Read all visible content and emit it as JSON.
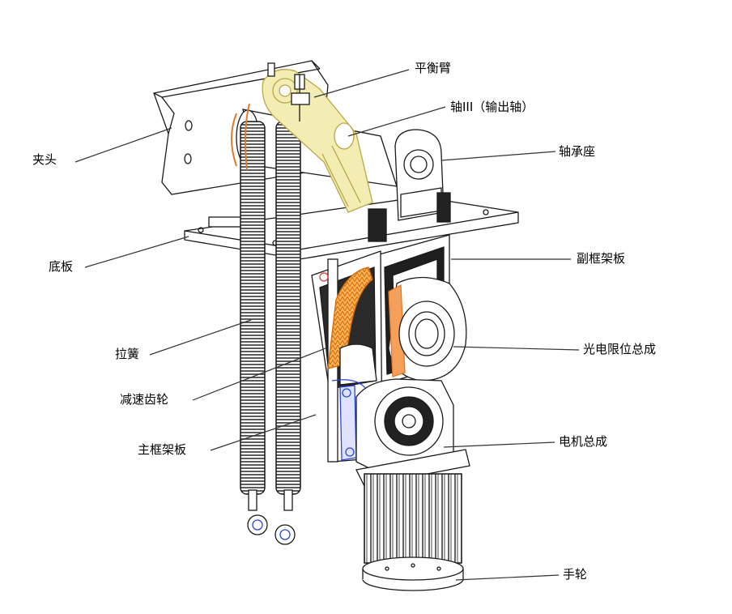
{
  "labels": {
    "balance_arm": "平衡臂",
    "shaft3": "轴III（输出轴）",
    "bearing_seat": "轴承座",
    "clamp": "夹头",
    "base_plate": "底板",
    "sub_frame": "副框架板",
    "spring": "拉簧",
    "limit": "光电限位总成",
    "reducer_gear": "减速齿轮",
    "main_frame": "主框架板",
    "motor": "电机总成",
    "handwheel": "手轮"
  },
  "colors": {
    "line": "#1a1a1a",
    "arm_fill": "#f3ecb3",
    "arm_stroke": "#b8a84a",
    "copper": "#e07a2a",
    "gear": "#f08b1e",
    "blue": "#2b45d8",
    "red": "#e03a3a",
    "metal": "#ffffff"
  }
}
